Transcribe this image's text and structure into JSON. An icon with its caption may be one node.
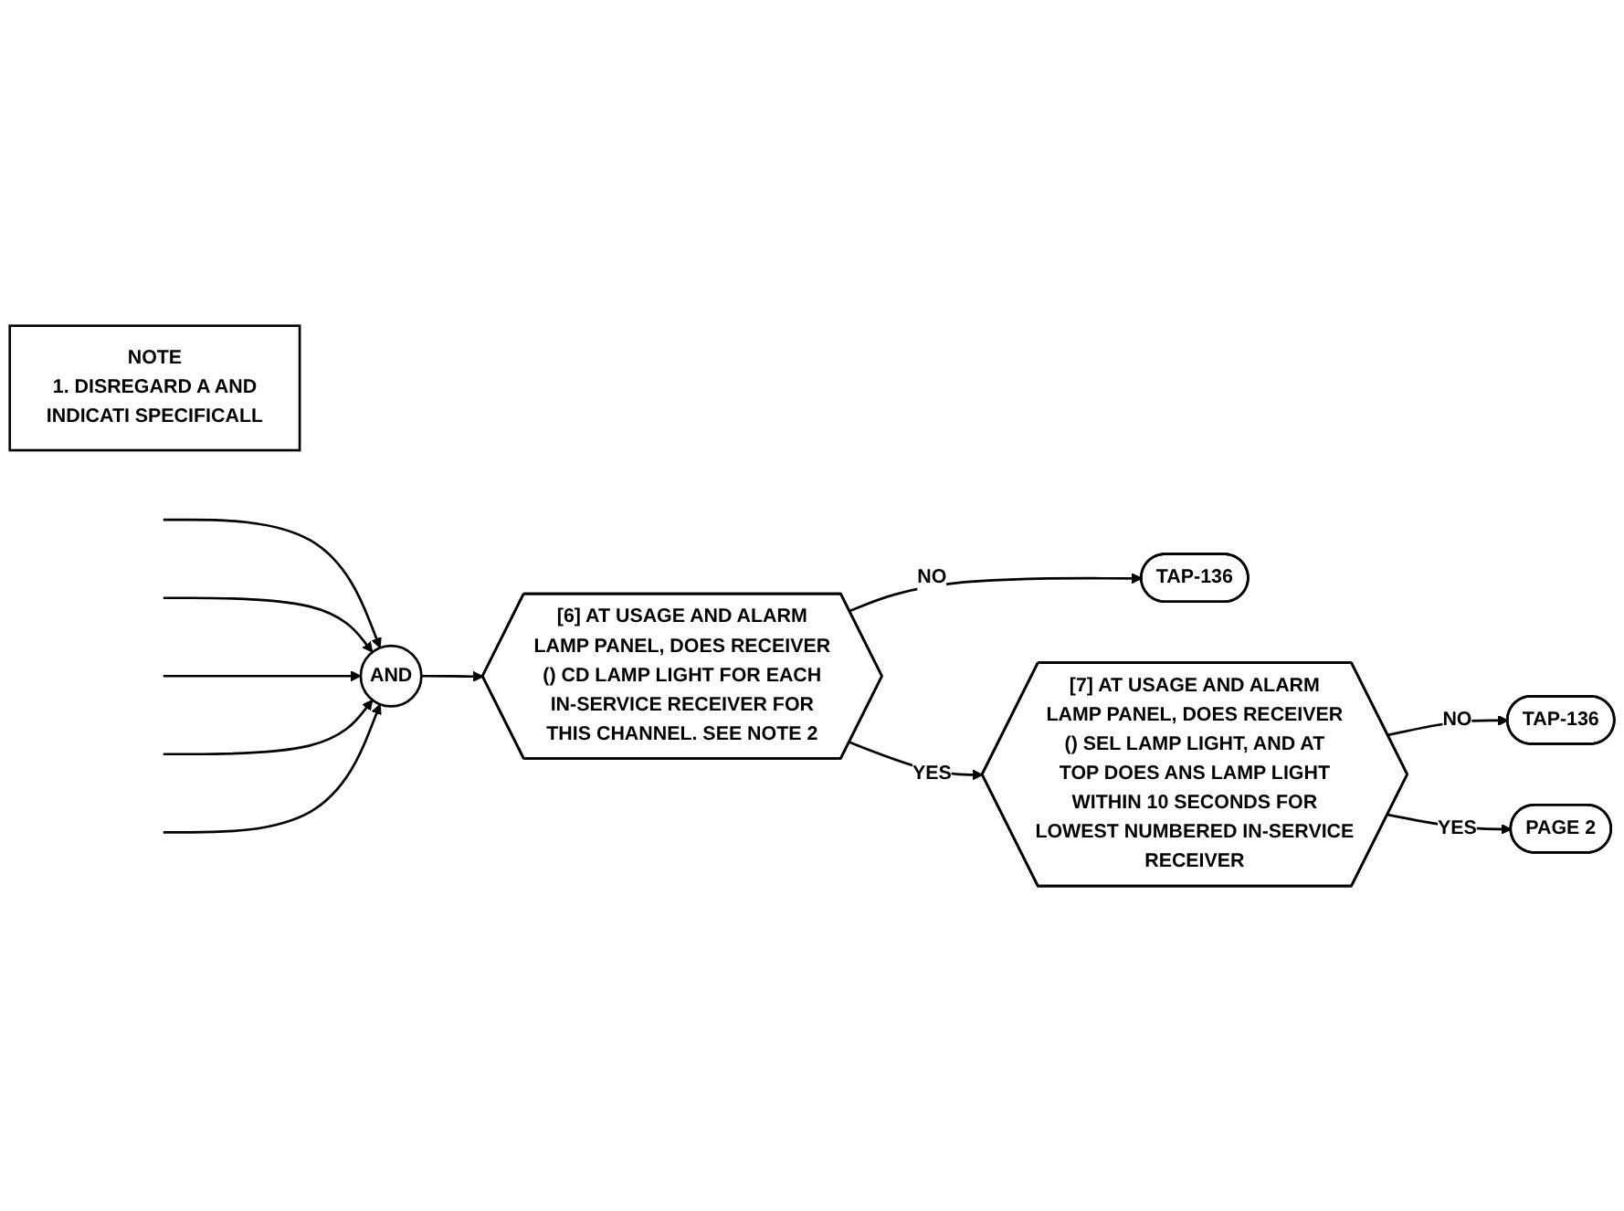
{
  "diagram": {
    "nodes": [
      {
        "text": [
          "AND"
        ]
      },
      {
        "text": [
          "[6] AT USAGE AND ALARM LAMP PANEL, DOES RECEIVER () CD LAMP LIGHT FOR EACH IN-SERVICE RECEIVER FOR THIS CHANNEL. SEE NOTE 2"
        ]
      },
      {
        "text": [
          "TAP-136"
        ]
      },
      {
        "text": [
          "[7] AT USAGE AND ALARM LAMP PANEL, DOES RECEIVER () SEL LAMP LIGHT, AND AT TOP DOES ANS LAMP LIGHT WITHIN 10 SECONDS FOR LOWEST NUMBERED IN-SERVICE RECEIVER"
        ]
      },
      {
        "text": [
          "TAP-136"
        ]
      },
      {
        "text": [
          "PAGE 2"
        ]
      },
      {
        "text": [
          "NOTE",
          "1. DISREGARD A AND INDICATI SPECIFICALL"
        ]
      }
    ],
    "edges": [
      {
        "from": null,
        "to": 0,
        "arrow": "to"
      },
      {
        "from": null,
        "to": 0,
        "arrow": "to"
      },
      {
        "from": null,
        "to": 0,
        "arrow": "to"
      },
      {
        "from": null,
        "to": 0,
        "arrow": "to"
      },
      {
        "from": null,
        "to": 0,
        "arrow": "to"
      },
      {
        "from": 0,
        "to": 1,
        "arrow": "to"
      },
      {
        "from": 1,
        "to": 2,
        "label": "NO",
        "arrow": "to"
      },
      {
        "from": 1,
        "to": 3,
        "label": "YES",
        "arrow": "to"
      },
      {
        "from": 3,
        "to": 4,
        "label": "NO",
        "arrow": "to"
      },
      {
        "from": 3,
        "to": 5,
        "label": "YES",
        "arrow": "to"
      }
    ]
  }
}
